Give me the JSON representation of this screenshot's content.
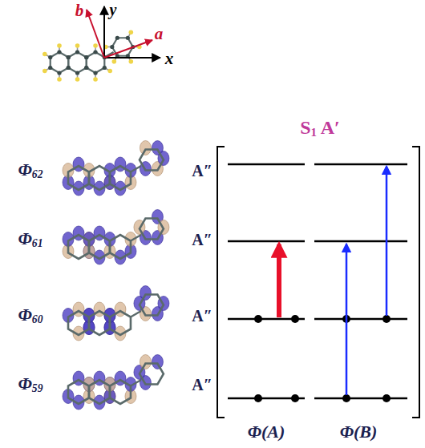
{
  "diagram": {
    "labels": [
      "y",
      "b",
      "a",
      "x",
      "Φ62",
      "A″",
      "Φ61",
      "A″",
      "Φ60",
      "A″",
      "Φ59",
      "A″",
      "S1 A′",
      "Φ(A)",
      "Φ(B)"
    ]
  }
}
